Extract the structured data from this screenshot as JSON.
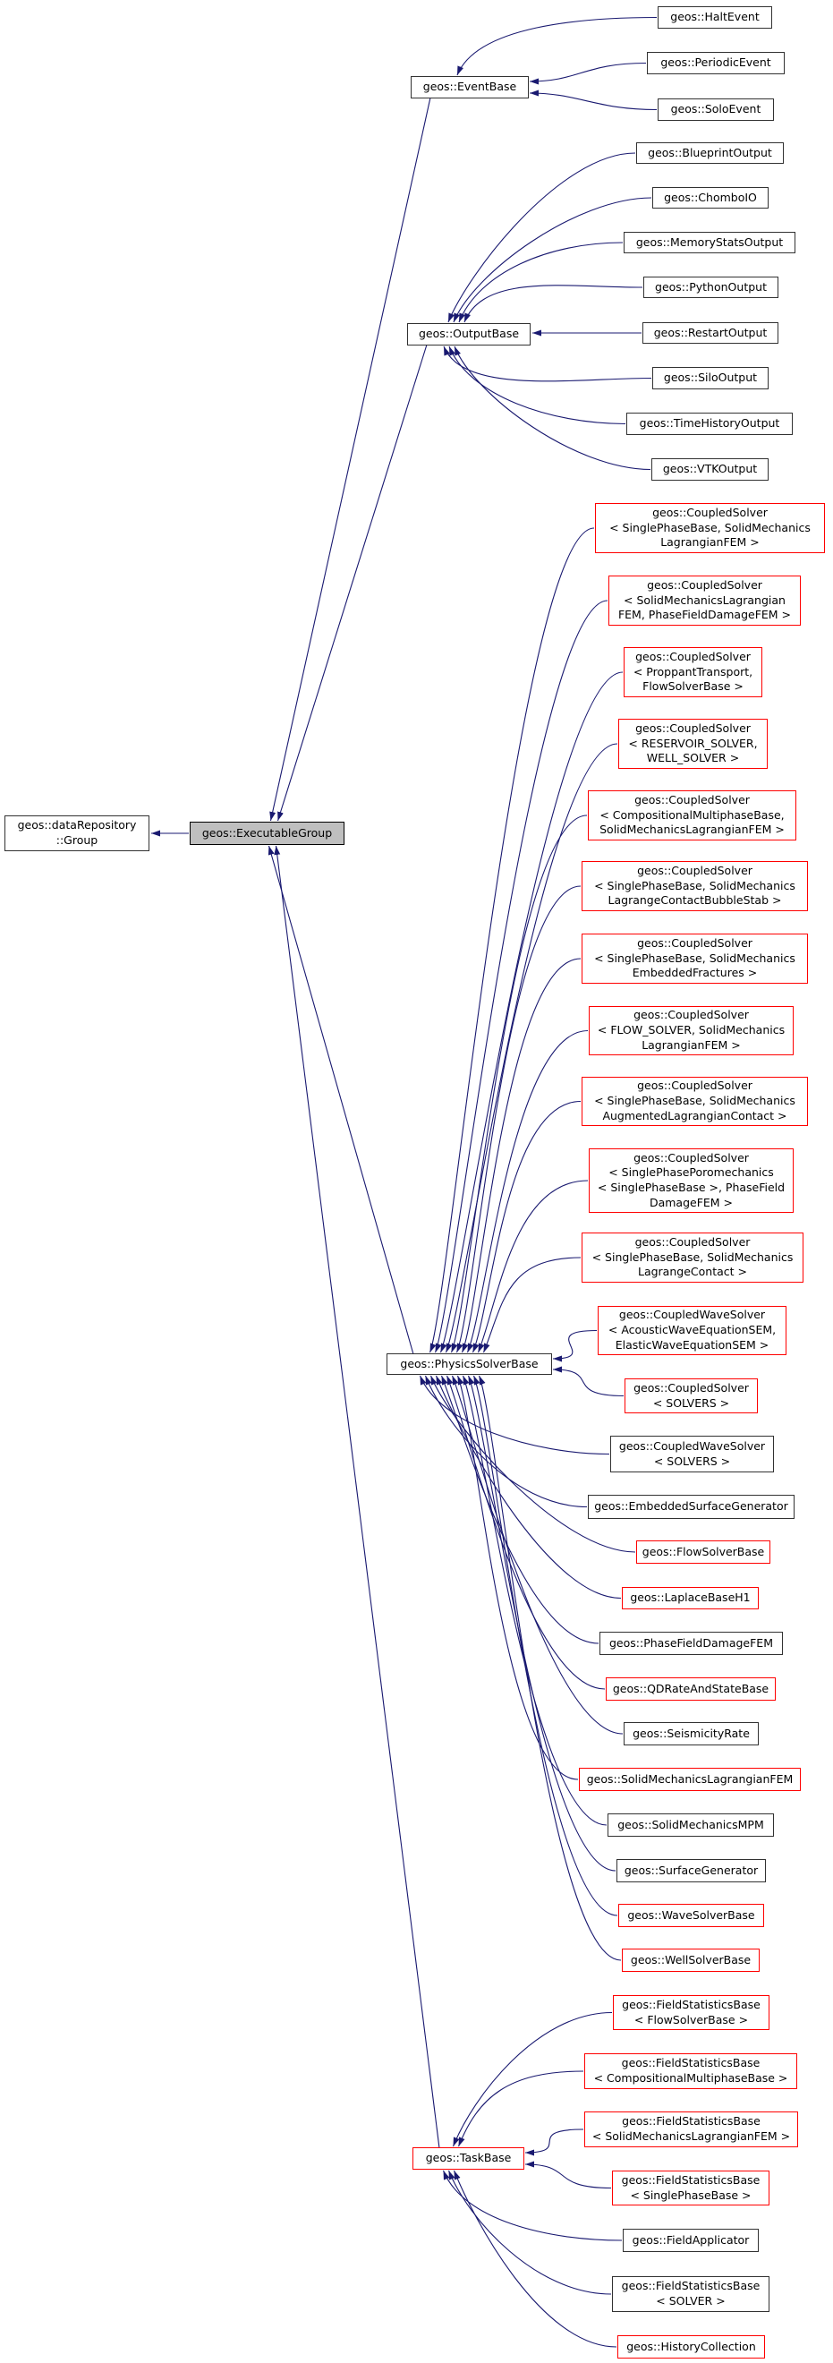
{
  "diagram": {
    "type": "class-inheritance-graph",
    "tool": "doxygen",
    "colors": {
      "background": "#ffffff",
      "edge": "#191970",
      "node_border": "#323232",
      "template_instance_border": "#ff0000",
      "highlight_fill": "#bfbfbf",
      "text": "#000000"
    },
    "nodes": [
      {
        "id": "group",
        "label": "geos::dataRepository\n::Group",
        "style": "normal"
      },
      {
        "id": "executable-group",
        "label": "geos::ExecutableGroup",
        "style": "highlight"
      },
      {
        "id": "event-base",
        "label": "geos::EventBase",
        "style": "normal"
      },
      {
        "id": "halt-event",
        "label": "geos::HaltEvent",
        "style": "normal"
      },
      {
        "id": "periodic-event",
        "label": "geos::PeriodicEvent",
        "style": "normal"
      },
      {
        "id": "solo-event",
        "label": "geos::SoloEvent",
        "style": "normal"
      },
      {
        "id": "output-base",
        "label": "geos::OutputBase",
        "style": "normal"
      },
      {
        "id": "blueprint-output",
        "label": "geos::BlueprintOutput",
        "style": "normal"
      },
      {
        "id": "chombo-io",
        "label": "geos::ChomboIO",
        "style": "normal"
      },
      {
        "id": "memory-stats-output",
        "label": "geos::MemoryStatsOutput",
        "style": "normal"
      },
      {
        "id": "python-output",
        "label": "geos::PythonOutput",
        "style": "normal"
      },
      {
        "id": "restart-output",
        "label": "geos::RestartOutput",
        "style": "normal"
      },
      {
        "id": "silo-output",
        "label": "geos::SiloOutput",
        "style": "normal"
      },
      {
        "id": "time-history-output",
        "label": "geos::TimeHistoryOutput",
        "style": "normal"
      },
      {
        "id": "vtk-output",
        "label": "geos::VTKOutput",
        "style": "normal"
      },
      {
        "id": "physics-solver-base",
        "label": "geos::PhysicsSolverBase",
        "style": "normal"
      },
      {
        "id": "cs-singlephase-lagrangianfem",
        "label": "geos::CoupledSolver\n< SinglePhaseBase, SolidMechanics\nLagrangianFEM >",
        "style": "red"
      },
      {
        "id": "cs-solidmech-phasefielddamage",
        "label": "geos::CoupledSolver\n< SolidMechanicsLagrangian\nFEM, PhaseFieldDamageFEM >",
        "style": "red"
      },
      {
        "id": "cs-proppant-flow",
        "label": "geos::CoupledSolver\n< ProppantTransport,\nFlowSolverBase >",
        "style": "red"
      },
      {
        "id": "cs-reservoir-well",
        "label": "geos::CoupledSolver\n< RESERVOIR_SOLVER,\nWELL_SOLVER >",
        "style": "red"
      },
      {
        "id": "cs-compositional-solidmech",
        "label": "geos::CoupledSolver\n< CompositionalMultiphaseBase,\nSolidMechanicsLagrangianFEM >",
        "style": "red"
      },
      {
        "id": "cs-lagrangecontactbubblestab",
        "label": "geos::CoupledSolver\n< SinglePhaseBase, SolidMechanics\nLagrangeContactBubbleStab >",
        "style": "red"
      },
      {
        "id": "cs-embeddedfractures",
        "label": "geos::CoupledSolver\n< SinglePhaseBase, SolidMechanics\nEmbeddedFractures >",
        "style": "red"
      },
      {
        "id": "cs-flowsolver-lagrangianfem",
        "label": "geos::CoupledSolver\n< FLOW_SOLVER, SolidMechanics\nLagrangianFEM >",
        "style": "red"
      },
      {
        "id": "cs-augmentedlagrangiancontact",
        "label": "geos::CoupledSolver\n< SinglePhaseBase, SolidMechanics\nAugmentedLagrangianContact >",
        "style": "red"
      },
      {
        "id": "cs-poromechanics-phasefield",
        "label": "geos::CoupledSolver\n< SinglePhasePoromechanics\n< SinglePhaseBase >, PhaseField\nDamageFEM >",
        "style": "red"
      },
      {
        "id": "cs-lagrangecontact",
        "label": "geos::CoupledSolver\n< SinglePhaseBase, SolidMechanics\nLagrangeContact >",
        "style": "red"
      },
      {
        "id": "cws-acoustic-elastic",
        "label": "geos::CoupledWaveSolver\n< AcousticWaveEquationSEM,\nElasticWaveEquationSEM >",
        "style": "red"
      },
      {
        "id": "cs-solvers",
        "label": "geos::CoupledSolver\n< SOLVERS >",
        "style": "red"
      },
      {
        "id": "cws-solvers",
        "label": "geos::CoupledWaveSolver\n< SOLVERS >",
        "style": "normal"
      },
      {
        "id": "embedded-surface-generator",
        "label": "geos::EmbeddedSurfaceGenerator",
        "style": "normal"
      },
      {
        "id": "flow-solver-base",
        "label": "geos::FlowSolverBase",
        "style": "red"
      },
      {
        "id": "laplace-base-h1",
        "label": "geos::LaplaceBaseH1",
        "style": "red"
      },
      {
        "id": "phase-field-damage-fem",
        "label": "geos::PhaseFieldDamageFEM",
        "style": "normal"
      },
      {
        "id": "qd-rate-and-state-base",
        "label": "geos::QDRateAndStateBase",
        "style": "red"
      },
      {
        "id": "seismicity-rate",
        "label": "geos::SeismicityRate",
        "style": "normal"
      },
      {
        "id": "solid-mechanics-lagrangian-fem",
        "label": "geos::SolidMechanicsLagrangianFEM",
        "style": "red"
      },
      {
        "id": "solid-mechanics-mpm",
        "label": "geos::SolidMechanicsMPM",
        "style": "normal"
      },
      {
        "id": "surface-generator",
        "label": "geos::SurfaceGenerator",
        "style": "normal"
      },
      {
        "id": "wave-solver-base",
        "label": "geos::WaveSolverBase",
        "style": "red"
      },
      {
        "id": "well-solver-base",
        "label": "geos::WellSolverBase",
        "style": "red"
      },
      {
        "id": "task-base",
        "label": "geos::TaskBase",
        "style": "red"
      },
      {
        "id": "fs-flow-solver-base",
        "label": "geos::FieldStatisticsBase\n< FlowSolverBase >",
        "style": "red"
      },
      {
        "id": "fs-compositional-multiphase-base",
        "label": "geos::FieldStatisticsBase\n< CompositionalMultiphaseBase >",
        "style": "red"
      },
      {
        "id": "fs-solid-mechanics-lagrangian-fem",
        "label": "geos::FieldStatisticsBase\n< SolidMechanicsLagrangianFEM >",
        "style": "red"
      },
      {
        "id": "fs-single-phase-base",
        "label": "geos::FieldStatisticsBase\n< SinglePhaseBase >",
        "style": "red"
      },
      {
        "id": "field-applicator",
        "label": "geos::FieldApplicator",
        "style": "normal"
      },
      {
        "id": "fs-solver",
        "label": "geos::FieldStatisticsBase\n< SOLVER >",
        "style": "normal"
      },
      {
        "id": "history-collection",
        "label": "geos::HistoryCollection",
        "style": "red"
      }
    ],
    "edges": [
      {
        "from": "executable-group",
        "to": "group"
      },
      {
        "from": "event-base",
        "to": "executable-group"
      },
      {
        "from": "output-base",
        "to": "executable-group"
      },
      {
        "from": "physics-solver-base",
        "to": "executable-group"
      },
      {
        "from": "task-base",
        "to": "executable-group"
      },
      {
        "from": "halt-event",
        "to": "event-base"
      },
      {
        "from": "periodic-event",
        "to": "event-base"
      },
      {
        "from": "solo-event",
        "to": "event-base"
      },
      {
        "from": "blueprint-output",
        "to": "output-base"
      },
      {
        "from": "chombo-io",
        "to": "output-base"
      },
      {
        "from": "memory-stats-output",
        "to": "output-base"
      },
      {
        "from": "python-output",
        "to": "output-base"
      },
      {
        "from": "restart-output",
        "to": "output-base"
      },
      {
        "from": "silo-output",
        "to": "output-base"
      },
      {
        "from": "time-history-output",
        "to": "output-base"
      },
      {
        "from": "vtk-output",
        "to": "output-base"
      },
      {
        "from": "cs-singlephase-lagrangianfem",
        "to": "physics-solver-base"
      },
      {
        "from": "cs-solidmech-phasefielddamage",
        "to": "physics-solver-base"
      },
      {
        "from": "cs-proppant-flow",
        "to": "physics-solver-base"
      },
      {
        "from": "cs-reservoir-well",
        "to": "physics-solver-base"
      },
      {
        "from": "cs-compositional-solidmech",
        "to": "physics-solver-base"
      },
      {
        "from": "cs-lagrangecontactbubblestab",
        "to": "physics-solver-base"
      },
      {
        "from": "cs-embeddedfractures",
        "to": "physics-solver-base"
      },
      {
        "from": "cs-flowsolver-lagrangianfem",
        "to": "physics-solver-base"
      },
      {
        "from": "cs-augmentedlagrangiancontact",
        "to": "physics-solver-base"
      },
      {
        "from": "cs-poromechanics-phasefield",
        "to": "physics-solver-base"
      },
      {
        "from": "cs-lagrangecontact",
        "to": "physics-solver-base"
      },
      {
        "from": "cws-acoustic-elastic",
        "to": "physics-solver-base"
      },
      {
        "from": "cs-solvers",
        "to": "physics-solver-base"
      },
      {
        "from": "cws-solvers",
        "to": "physics-solver-base"
      },
      {
        "from": "embedded-surface-generator",
        "to": "physics-solver-base"
      },
      {
        "from": "flow-solver-base",
        "to": "physics-solver-base"
      },
      {
        "from": "laplace-base-h1",
        "to": "physics-solver-base"
      },
      {
        "from": "phase-field-damage-fem",
        "to": "physics-solver-base"
      },
      {
        "from": "qd-rate-and-state-base",
        "to": "physics-solver-base"
      },
      {
        "from": "seismicity-rate",
        "to": "physics-solver-base"
      },
      {
        "from": "solid-mechanics-lagrangian-fem",
        "to": "physics-solver-base"
      },
      {
        "from": "solid-mechanics-mpm",
        "to": "physics-solver-base"
      },
      {
        "from": "surface-generator",
        "to": "physics-solver-base"
      },
      {
        "from": "wave-solver-base",
        "to": "physics-solver-base"
      },
      {
        "from": "well-solver-base",
        "to": "physics-solver-base"
      },
      {
        "from": "fs-flow-solver-base",
        "to": "task-base"
      },
      {
        "from": "fs-compositional-multiphase-base",
        "to": "task-base"
      },
      {
        "from": "fs-solid-mechanics-lagrangian-fem",
        "to": "task-base"
      },
      {
        "from": "fs-single-phase-base",
        "to": "task-base"
      },
      {
        "from": "field-applicator",
        "to": "task-base"
      },
      {
        "from": "fs-solver",
        "to": "task-base"
      },
      {
        "from": "history-collection",
        "to": "task-base"
      }
    ]
  }
}
